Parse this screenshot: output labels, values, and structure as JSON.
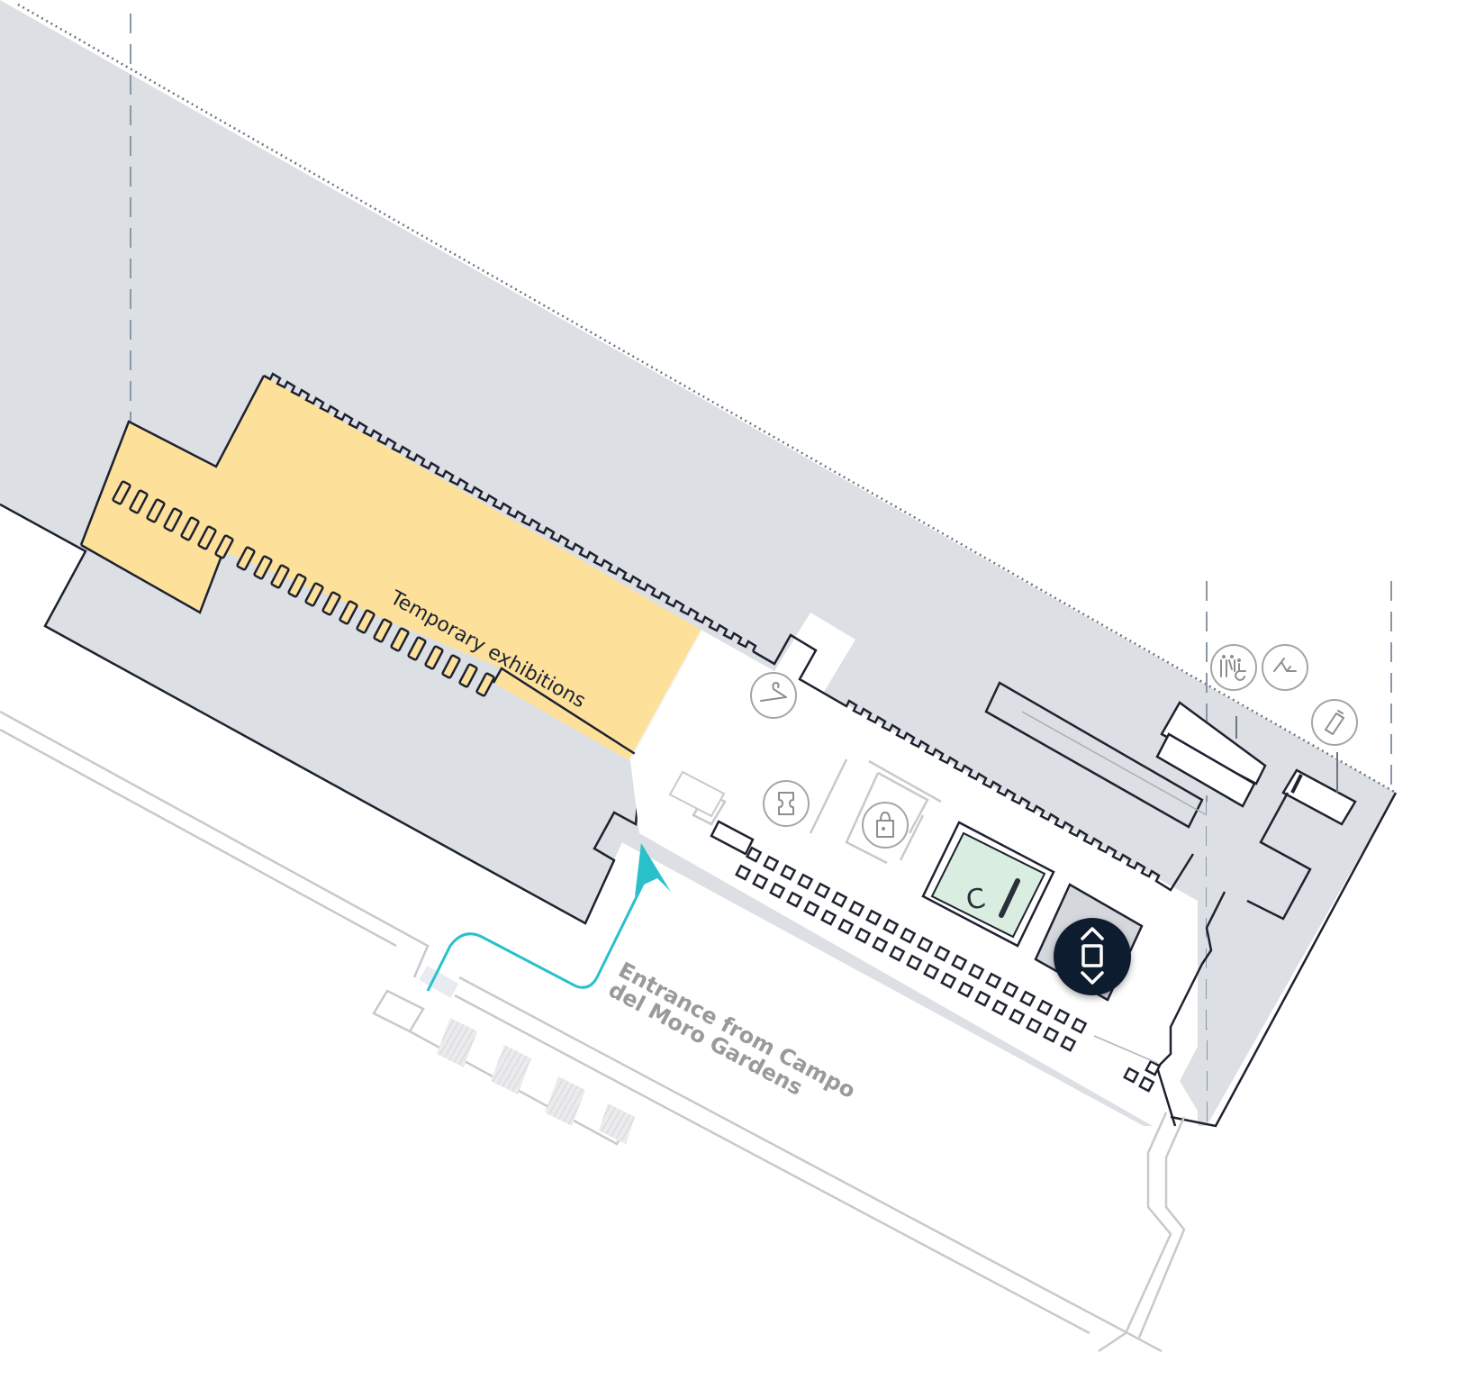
{
  "map": {
    "labels": {
      "temporary_exhibitions": "Temporary exhibitions",
      "entrance_line1": "Entrance from Campo",
      "entrance_line2": "del Moro Gardens",
      "cafe_letter": "C"
    },
    "poi": [
      {
        "name": "cloakroom",
        "icon": "hanger-icon"
      },
      {
        "name": "tickets",
        "icon": "ticket-icon"
      },
      {
        "name": "shop",
        "icon": "shopping-bag-icon"
      },
      {
        "name": "toilets",
        "icon": "accessible-toilets-icon"
      },
      {
        "name": "baby-changing",
        "icon": "baby-changing-icon"
      },
      {
        "name": "water",
        "icon": "water-bottle-icon"
      }
    ],
    "lift_button": {
      "icon": "elevator-floor-switch-icon"
    },
    "colors": {
      "building_gray": "#dcdfe4",
      "exhibition_yellow": "#fde19b",
      "cafe_green": "#d9eee1",
      "route_cyan": "#29c0cc",
      "wall": "#1e2230",
      "lift_button_bg": "#101a2e",
      "entrance_text": "#9a9a9a"
    }
  }
}
